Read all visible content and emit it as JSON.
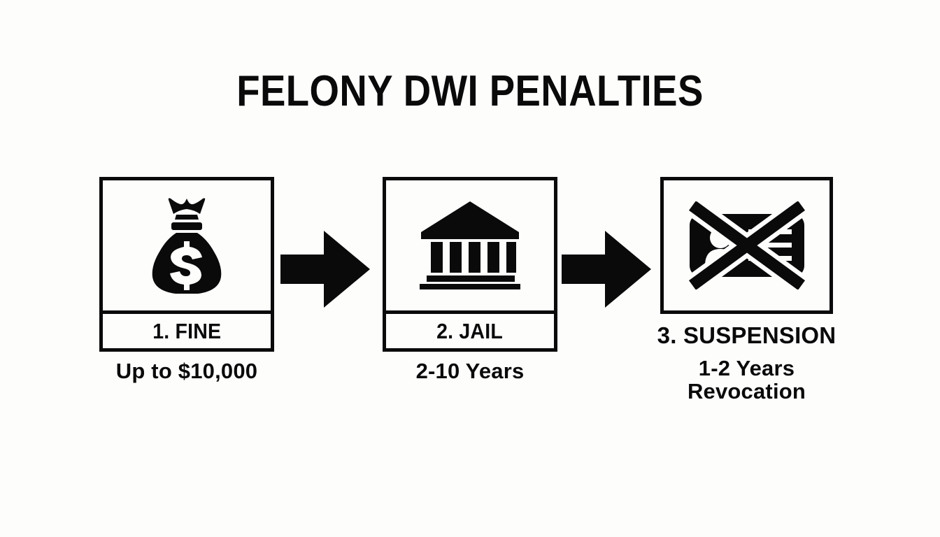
{
  "page": {
    "title": "FELONY DWI PENALTIES",
    "background_color": "#fdfdfc",
    "ink_color": "#0a0a0a"
  },
  "steps": [
    {
      "id": "fine",
      "number": "1.",
      "label": "1. FINE",
      "caption_lines": [
        "Up to $10,000"
      ],
      "icon": "money-bag-icon",
      "label_position": "inside-band"
    },
    {
      "id": "jail",
      "number": "2.",
      "label": "2. JAIL",
      "caption_lines": [
        "2-10 Years"
      ],
      "icon": "courthouse-icon",
      "label_position": "inside-band"
    },
    {
      "id": "suspension",
      "number": "3.",
      "label": "3. SUSPENSION",
      "caption_lines": [
        "1-2 Years",
        "Revocation"
      ],
      "icon": "revoked-license-icon",
      "label_position": "outside-below"
    }
  ],
  "connectors": [
    {
      "id": "arrow-1-to-2",
      "icon": "arrow-right-icon",
      "from": "fine",
      "to": "jail"
    },
    {
      "id": "arrow-2-to-3",
      "icon": "arrow-right-icon",
      "from": "jail",
      "to": "suspension"
    }
  ]
}
